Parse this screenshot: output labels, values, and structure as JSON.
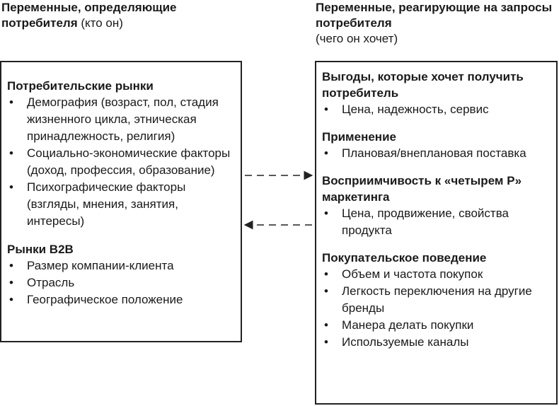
{
  "headers": {
    "left": {
      "bold": "Переменные, определяющие потребителя",
      "normal": " (кто он)"
    },
    "right": {
      "bold": "Переменные, реагирующие на запросы потребителя",
      "normal": "(чего он хочет)"
    }
  },
  "left_box": {
    "sections": [
      {
        "title": "Потребительские рынки",
        "items": [
          "Демография (возраст, пол, стадия жизненного цикла, этническая принадлежность, религия)",
          "Социально-экономические факторы (доход, профессия, образование)",
          "Психографические факторы (взгляды, мнения, занятия, интересы)"
        ]
      },
      {
        "title": "Рынки B2B",
        "items": [
          "Размер компании-клиента",
          "Отрасль",
          "Географическое положение"
        ]
      }
    ]
  },
  "right_box": {
    "sections": [
      {
        "title": "Выгоды, которые хочет получить потребитель",
        "items": [
          "Цена, надежность, сервис"
        ]
      },
      {
        "title": "Применение",
        "items": [
          "Плановая/внеплановая поставка"
        ]
      },
      {
        "title": "Восприимчивость к «четырем Р» маркетинга",
        "items": [
          "Цена, продвижение, свойства продукта"
        ]
      },
      {
        "title": "Покупательское поведение",
        "items": [
          "Объем и частота покупок",
          "Легкость переключения на другие бренды",
          "Манера делать покупки",
          "Используемые каналы"
        ]
      }
    ]
  },
  "bullet_symbol": "•",
  "colors": {
    "line": "#222222",
    "text": "#1a1a1a"
  }
}
